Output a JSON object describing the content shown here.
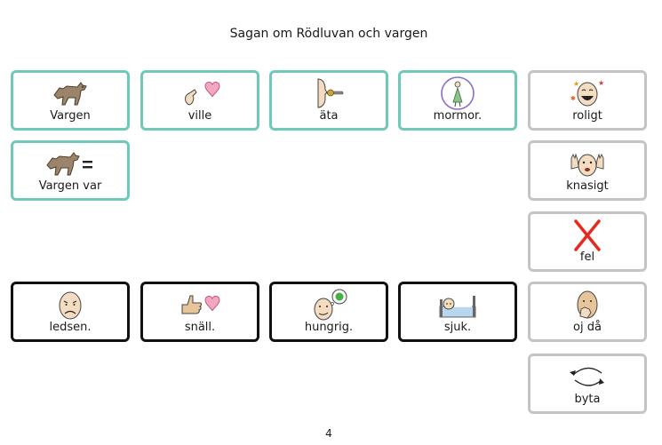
{
  "title": "Sagan om Rödluvan och vargen",
  "page_number": "4",
  "cells": {
    "vargen": "Vargen",
    "ville": "ville",
    "ata": "äta",
    "mormor": "mormor.",
    "roligt": "roligt",
    "vargen_var": "Vargen var",
    "knasigt": "knasigt",
    "fel": "fel",
    "ledsen": "ledsen.",
    "snall": "snäll.",
    "hungrig": "hungrig.",
    "sjuk": "sjuk.",
    "oj_da": "oj då",
    "byta": "byta"
  },
  "icons": {
    "vargen": "wolf-icon",
    "ville": "want-heart-icon",
    "ata": "eat-icon",
    "mormor": "grandmother-icon",
    "roligt": "laughing-face-icon",
    "vargen_var": "wolf-equals-icon",
    "knasigt": "silly-face-icon",
    "fel": "red-cross-icon",
    "ledsen": "sad-face-icon",
    "snall": "thumbs-up-heart-icon",
    "hungrig": "hungry-face-icon",
    "sjuk": "sick-in-bed-icon",
    "oj_da": "oops-face-icon",
    "byta": "swap-arrows-icon"
  },
  "colors": {
    "teal_border": "#6fc9b8",
    "black_border": "#111111",
    "gray_border": "#c4c4c4",
    "cross_red": "#e8281e",
    "heart_pink": "#f4a7c0"
  }
}
